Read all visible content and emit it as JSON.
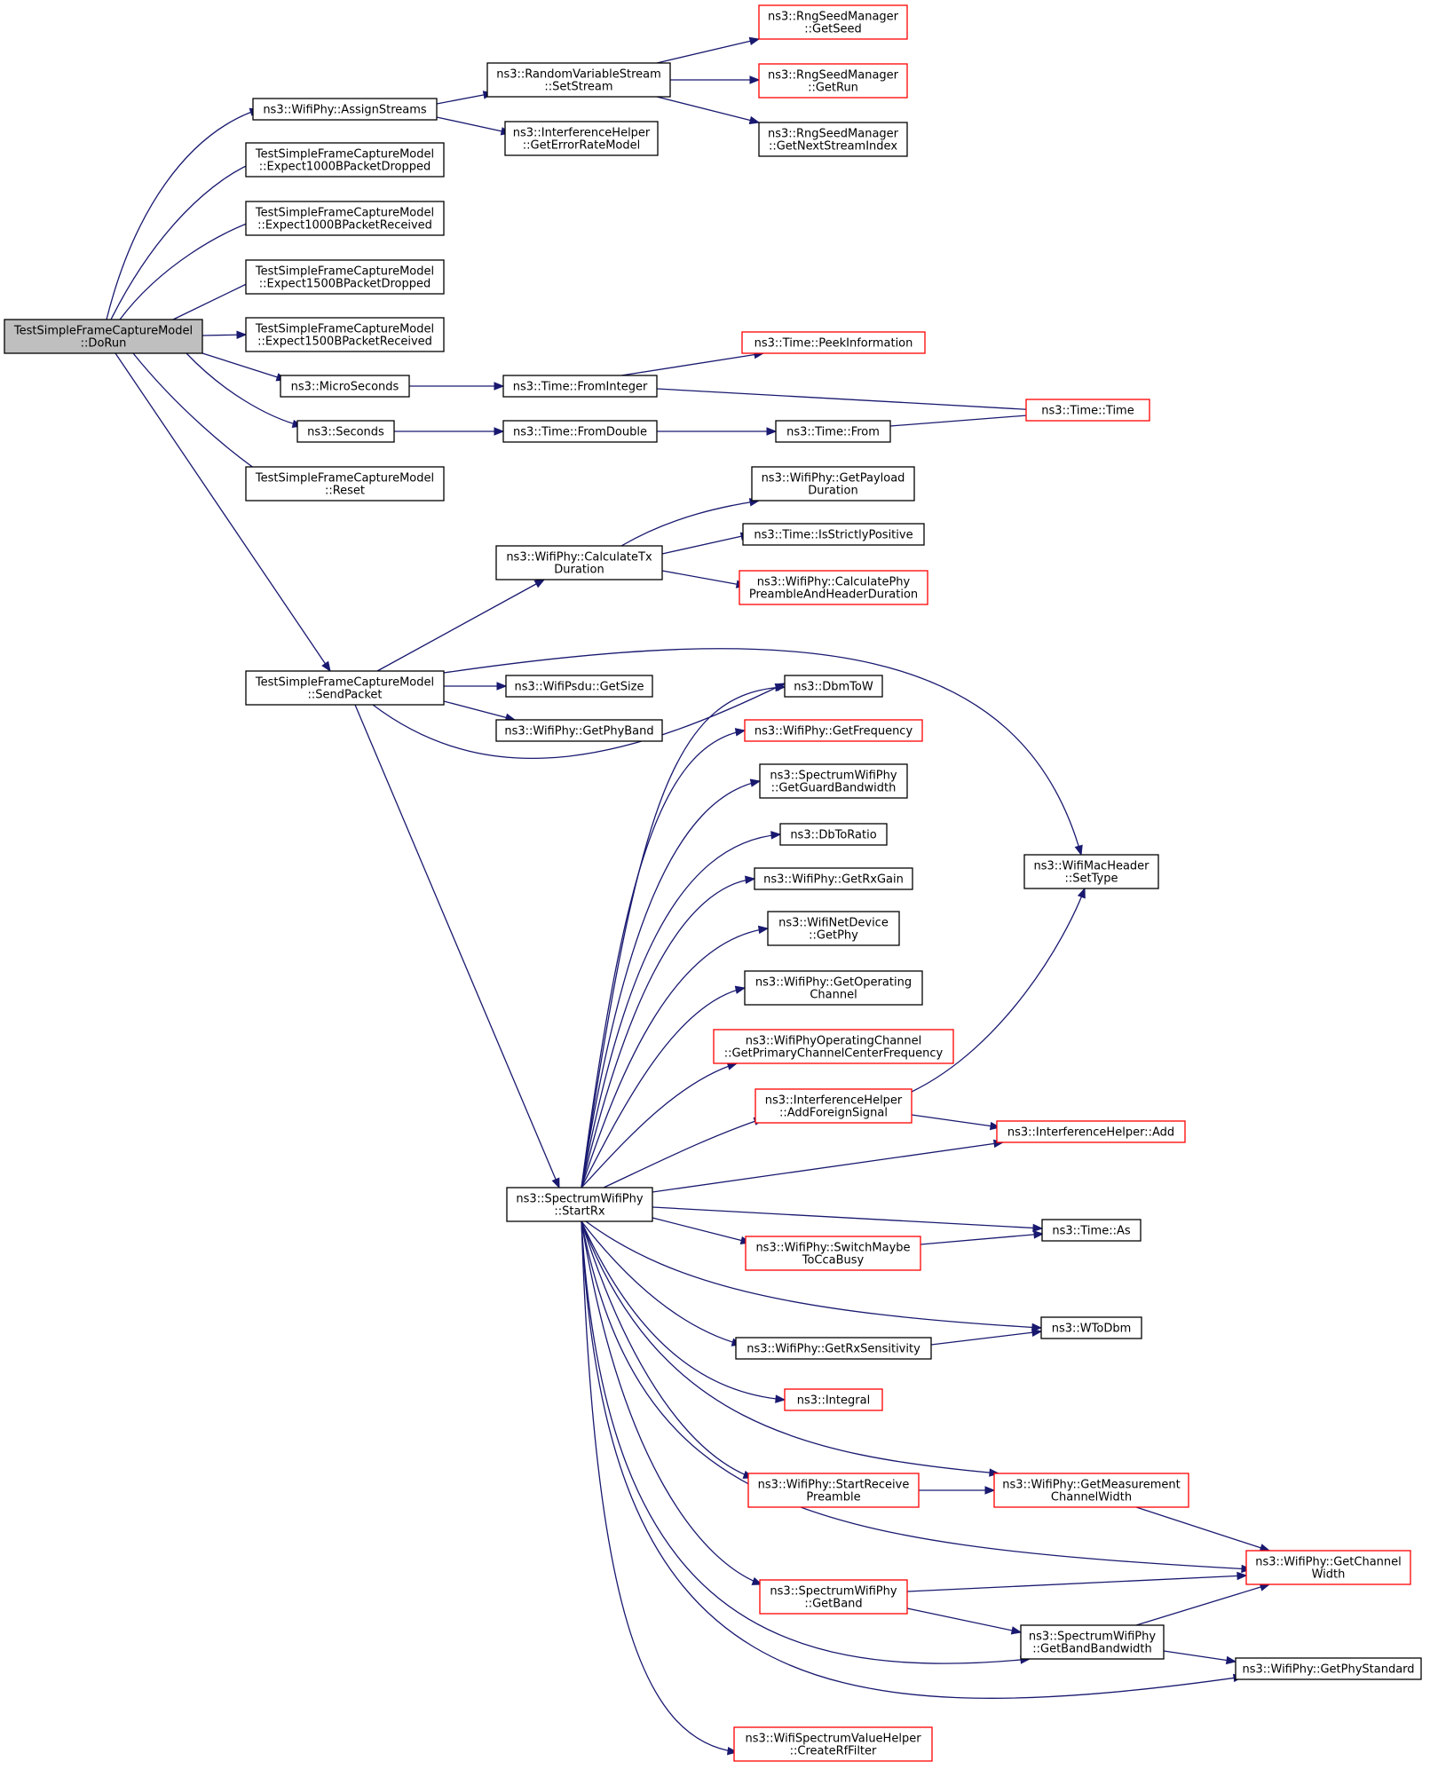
{
  "colors": {
    "edge": "#191970",
    "border_default": "#000000",
    "border_red": "#ff0000",
    "root_fill": "#bfbfbf"
  },
  "nodes": [
    {
      "id": "dorun",
      "lines": [
        "TestSimpleFrameCaptureModel",
        "::DoRun"
      ],
      "border": "black",
      "root": true
    },
    {
      "id": "assign",
      "lines": [
        "ns3::WifiPhy::AssignStreams"
      ],
      "border": "black"
    },
    {
      "id": "exp1000d",
      "lines": [
        "TestSimpleFrameCaptureModel",
        "::Expect1000BPacketDropped"
      ],
      "border": "black"
    },
    {
      "id": "exp1000r",
      "lines": [
        "TestSimpleFrameCaptureModel",
        "::Expect1000BPacketReceived"
      ],
      "border": "black"
    },
    {
      "id": "exp1500d",
      "lines": [
        "TestSimpleFrameCaptureModel",
        "::Expect1500BPacketDropped"
      ],
      "border": "black"
    },
    {
      "id": "exp1500r",
      "lines": [
        "TestSimpleFrameCaptureModel",
        "::Expect1500BPacketReceived"
      ],
      "border": "black"
    },
    {
      "id": "micro",
      "lines": [
        "ns3::MicroSeconds"
      ],
      "border": "black"
    },
    {
      "id": "seconds",
      "lines": [
        "ns3::Seconds"
      ],
      "border": "black"
    },
    {
      "id": "reset",
      "lines": [
        "TestSimpleFrameCaptureModel",
        "::Reset"
      ],
      "border": "black"
    },
    {
      "id": "sendpkt",
      "lines": [
        "TestSimpleFrameCaptureModel",
        "::SendPacket"
      ],
      "border": "black"
    },
    {
      "id": "rvs",
      "lines": [
        "ns3::RandomVariableStream",
        "::SetStream"
      ],
      "border": "black"
    },
    {
      "id": "ierm",
      "lines": [
        "ns3::InterferenceHelper",
        "::GetErrorRateModel"
      ],
      "border": "black"
    },
    {
      "id": "getseed",
      "lines": [
        "ns3::RngSeedManager",
        "::GetSeed"
      ],
      "border": "red"
    },
    {
      "id": "getrun",
      "lines": [
        "ns3::RngSeedManager",
        "::GetRun"
      ],
      "border": "red"
    },
    {
      "id": "nextstream",
      "lines": [
        "ns3::RngSeedManager",
        "::GetNextStreamIndex"
      ],
      "border": "black"
    },
    {
      "id": "peek",
      "lines": [
        "ns3::Time::PeekInformation"
      ],
      "border": "red"
    },
    {
      "id": "fromint",
      "lines": [
        "ns3::Time::FromInteger"
      ],
      "border": "black"
    },
    {
      "id": "timetime",
      "lines": [
        "ns3::Time::Time"
      ],
      "border": "red"
    },
    {
      "id": "fromdbl",
      "lines": [
        "ns3::Time::FromDouble"
      ],
      "border": "black"
    },
    {
      "id": "timefrom",
      "lines": [
        "ns3::Time::From"
      ],
      "border": "black"
    },
    {
      "id": "calctx",
      "lines": [
        "ns3::WifiPhy::CalculateTx",
        "Duration"
      ],
      "border": "black"
    },
    {
      "id": "payload",
      "lines": [
        "ns3::WifiPhy::GetPayload",
        "Duration"
      ],
      "border": "black"
    },
    {
      "id": "strictly",
      "lines": [
        "ns3::Time::IsStrictlyPositive"
      ],
      "border": "black"
    },
    {
      "id": "calcphy",
      "lines": [
        "ns3::WifiPhy::CalculatePhy",
        "PreambleAndHeaderDuration"
      ],
      "border": "red"
    },
    {
      "id": "psdusize",
      "lines": [
        "ns3::WifiPsdu::GetSize"
      ],
      "border": "black"
    },
    {
      "id": "phyband",
      "lines": [
        "ns3::WifiPhy::GetPhyBand"
      ],
      "border": "black"
    },
    {
      "id": "dbmtow",
      "lines": [
        "ns3::DbmToW"
      ],
      "border": "black"
    },
    {
      "id": "getfreq",
      "lines": [
        "ns3::WifiPhy::GetFrequency"
      ],
      "border": "red"
    },
    {
      "id": "guardbw",
      "lines": [
        "ns3::SpectrumWifiPhy",
        "::GetGuardBandwidth"
      ],
      "border": "black"
    },
    {
      "id": "dbtoratio",
      "lines": [
        "ns3::DbToRatio"
      ],
      "border": "black"
    },
    {
      "id": "rxgain",
      "lines": [
        "ns3::WifiPhy::GetRxGain"
      ],
      "border": "black"
    },
    {
      "id": "getphy",
      "lines": [
        "ns3::WifiNetDevice",
        "::GetPhy"
      ],
      "border": "black"
    },
    {
      "id": "opchan",
      "lines": [
        "ns3::WifiPhy::GetOperating",
        "Channel"
      ],
      "border": "black"
    },
    {
      "id": "primfreq",
      "lines": [
        "ns3::WifiPhyOperatingChannel",
        "::GetPrimaryChannelCenterFrequency"
      ],
      "border": "red"
    },
    {
      "id": "foreign",
      "lines": [
        "ns3::InterferenceHelper",
        "::AddForeignSignal"
      ],
      "border": "red"
    },
    {
      "id": "settype",
      "lines": [
        "ns3::WifiMacHeader",
        "::SetType"
      ],
      "border": "black"
    },
    {
      "id": "ihadd",
      "lines": [
        "ns3::InterferenceHelper::Add"
      ],
      "border": "red"
    },
    {
      "id": "startrx",
      "lines": [
        "ns3::SpectrumWifiPhy",
        "::StartRx"
      ],
      "border": "black"
    },
    {
      "id": "timeas",
      "lines": [
        "ns3::Time::As"
      ],
      "border": "black"
    },
    {
      "id": "switchcca",
      "lines": [
        "ns3::WifiPhy::SwitchMaybe",
        "ToCcaBusy"
      ],
      "border": "red"
    },
    {
      "id": "wtodbm",
      "lines": [
        "ns3::WToDbm"
      ],
      "border": "black"
    },
    {
      "id": "rxsens",
      "lines": [
        "ns3::WifiPhy::GetRxSensitivity"
      ],
      "border": "black"
    },
    {
      "id": "integral",
      "lines": [
        "ns3::Integral"
      ],
      "border": "red"
    },
    {
      "id": "startpre",
      "lines": [
        "ns3::WifiPhy::StartReceive",
        "Preamble"
      ],
      "border": "red"
    },
    {
      "id": "measbw",
      "lines": [
        "ns3::WifiPhy::GetMeasurement",
        "ChannelWidth"
      ],
      "border": "red"
    },
    {
      "id": "chanwidth",
      "lines": [
        "ns3::WifiPhy::GetChannel",
        "Width"
      ],
      "border": "red"
    },
    {
      "id": "getband",
      "lines": [
        "ns3::SpectrumWifiPhy",
        "::GetBand"
      ],
      "border": "red"
    },
    {
      "id": "bandbw",
      "lines": [
        "ns3::SpectrumWifiPhy",
        "::GetBandBandwidth"
      ],
      "border": "black"
    },
    {
      "id": "phystd",
      "lines": [
        "ns3::WifiPhy::GetPhyStandard"
      ],
      "border": "black"
    },
    {
      "id": "rffilter",
      "lines": [
        "ns3::WifiSpectrumValueHelper",
        "::CreateRfFilter"
      ],
      "border": "red"
    }
  ],
  "edges": [
    [
      "dorun",
      "assign"
    ],
    [
      "dorun",
      "exp1000d"
    ],
    [
      "dorun",
      "exp1000r"
    ],
    [
      "dorun",
      "exp1500d"
    ],
    [
      "dorun",
      "exp1500r"
    ],
    [
      "dorun",
      "micro"
    ],
    [
      "dorun",
      "seconds"
    ],
    [
      "dorun",
      "reset"
    ],
    [
      "dorun",
      "sendpkt"
    ],
    [
      "assign",
      "rvs"
    ],
    [
      "assign",
      "ierm"
    ],
    [
      "rvs",
      "getseed"
    ],
    [
      "rvs",
      "getrun"
    ],
    [
      "rvs",
      "nextstream"
    ],
    [
      "micro",
      "fromint"
    ],
    [
      "fromint",
      "peek"
    ],
    [
      "fromint",
      "timetime"
    ],
    [
      "seconds",
      "fromdbl"
    ],
    [
      "fromdbl",
      "timefrom"
    ],
    [
      "timefrom",
      "timetime"
    ],
    [
      "sendpkt",
      "calctx"
    ],
    [
      "calctx",
      "payload"
    ],
    [
      "calctx",
      "strictly"
    ],
    [
      "calctx",
      "calcphy"
    ],
    [
      "sendpkt",
      "settype"
    ],
    [
      "sendpkt",
      "psdusize"
    ],
    [
      "sendpkt",
      "phyband"
    ],
    [
      "sendpkt",
      "dbmtow"
    ],
    [
      "sendpkt",
      "startrx"
    ],
    [
      "startrx",
      "dbmtow"
    ],
    [
      "startrx",
      "getfreq"
    ],
    [
      "startrx",
      "guardbw"
    ],
    [
      "startrx",
      "dbtoratio"
    ],
    [
      "startrx",
      "rxgain"
    ],
    [
      "startrx",
      "getphy"
    ],
    [
      "startrx",
      "opchan"
    ],
    [
      "startrx",
      "primfreq"
    ],
    [
      "startrx",
      "foreign"
    ],
    [
      "startrx",
      "ihadd"
    ],
    [
      "startrx",
      "timeas"
    ],
    [
      "startrx",
      "switchcca"
    ],
    [
      "startrx",
      "wtodbm"
    ],
    [
      "startrx",
      "rxsens"
    ],
    [
      "startrx",
      "integral"
    ],
    [
      "startrx",
      "measbw"
    ],
    [
      "startrx",
      "startpre"
    ],
    [
      "startrx",
      "chanwidth"
    ],
    [
      "startrx",
      "getband"
    ],
    [
      "startrx",
      "bandbw"
    ],
    [
      "startrx",
      "phystd"
    ],
    [
      "startrx",
      "rffilter"
    ],
    [
      "foreign",
      "settype"
    ],
    [
      "foreign",
      "ihadd"
    ],
    [
      "switchcca",
      "timeas"
    ],
    [
      "rxsens",
      "wtodbm"
    ],
    [
      "startpre",
      "measbw"
    ],
    [
      "measbw",
      "chanwidth"
    ],
    [
      "getband",
      "chanwidth"
    ],
    [
      "getband",
      "bandbw"
    ],
    [
      "bandbw",
      "chanwidth"
    ],
    [
      "bandbw",
      "phystd"
    ]
  ]
}
